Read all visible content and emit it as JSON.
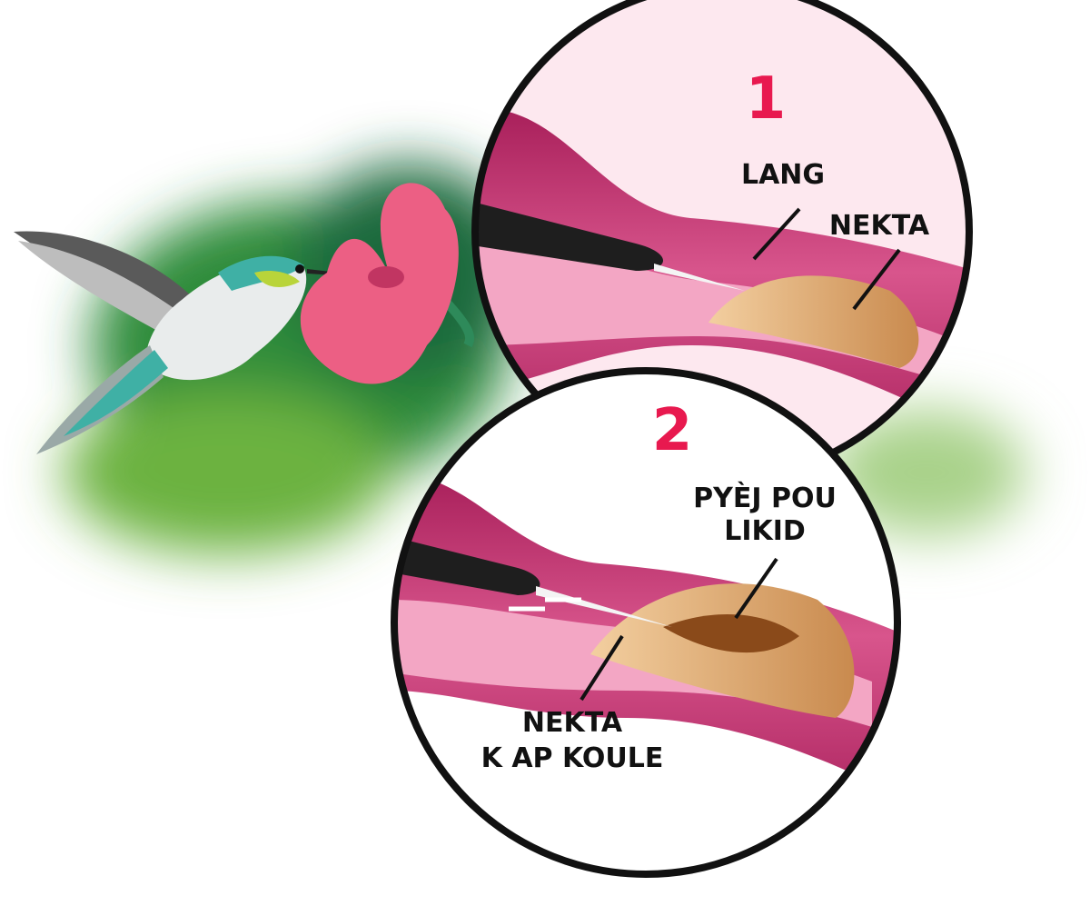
{
  "panel1": {
    "number": "1",
    "label_tongue": "LANG",
    "label_nectar": "NEKTA"
  },
  "panel2": {
    "number": "2",
    "label_trap_line1": "PYÈJ POU",
    "label_trap_line2": "LIKID",
    "label_flow_line1": "NEKTA",
    "label_flow_line2": "K AP KOULE"
  },
  "colors": {
    "accent": "#e8194f",
    "flower": "#ec5f84",
    "tube": "#c4306e",
    "nectar": "#d9a066",
    "foliage": "#3f9a3a"
  }
}
